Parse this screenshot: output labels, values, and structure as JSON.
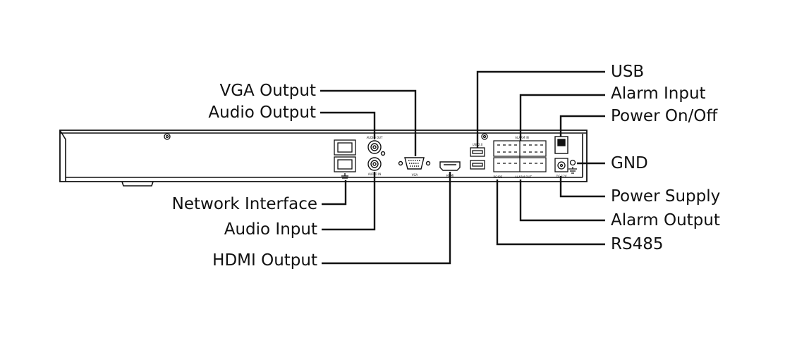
{
  "callouts": {
    "vga_output": "VGA Output",
    "audio_output": "Audio Output",
    "network_interface": "Network Interface",
    "audio_input": "Audio Input",
    "hdmi_output": "HDMI Output",
    "usb": "USB",
    "alarm_input": "Alarm Input",
    "power_on_off": "Power On/Off",
    "gnd": "GND",
    "power_supply": "Power Supply",
    "alarm_output": "Alarm Output",
    "rs485": "RS485"
  },
  "panel_markings": {
    "audio_out": "AUDIO OUT",
    "audio_in": "AUDIO IN",
    "vga": "VGA",
    "hdmi": "HDMI",
    "usb": "USB2.0",
    "alarm_in": "ALARM IN",
    "alarm_out": "ALARM OUT",
    "rs485": "RS485",
    "dc": "DC 12V"
  },
  "colors": {
    "line": "#111111",
    "panel": "#ffffff"
  }
}
